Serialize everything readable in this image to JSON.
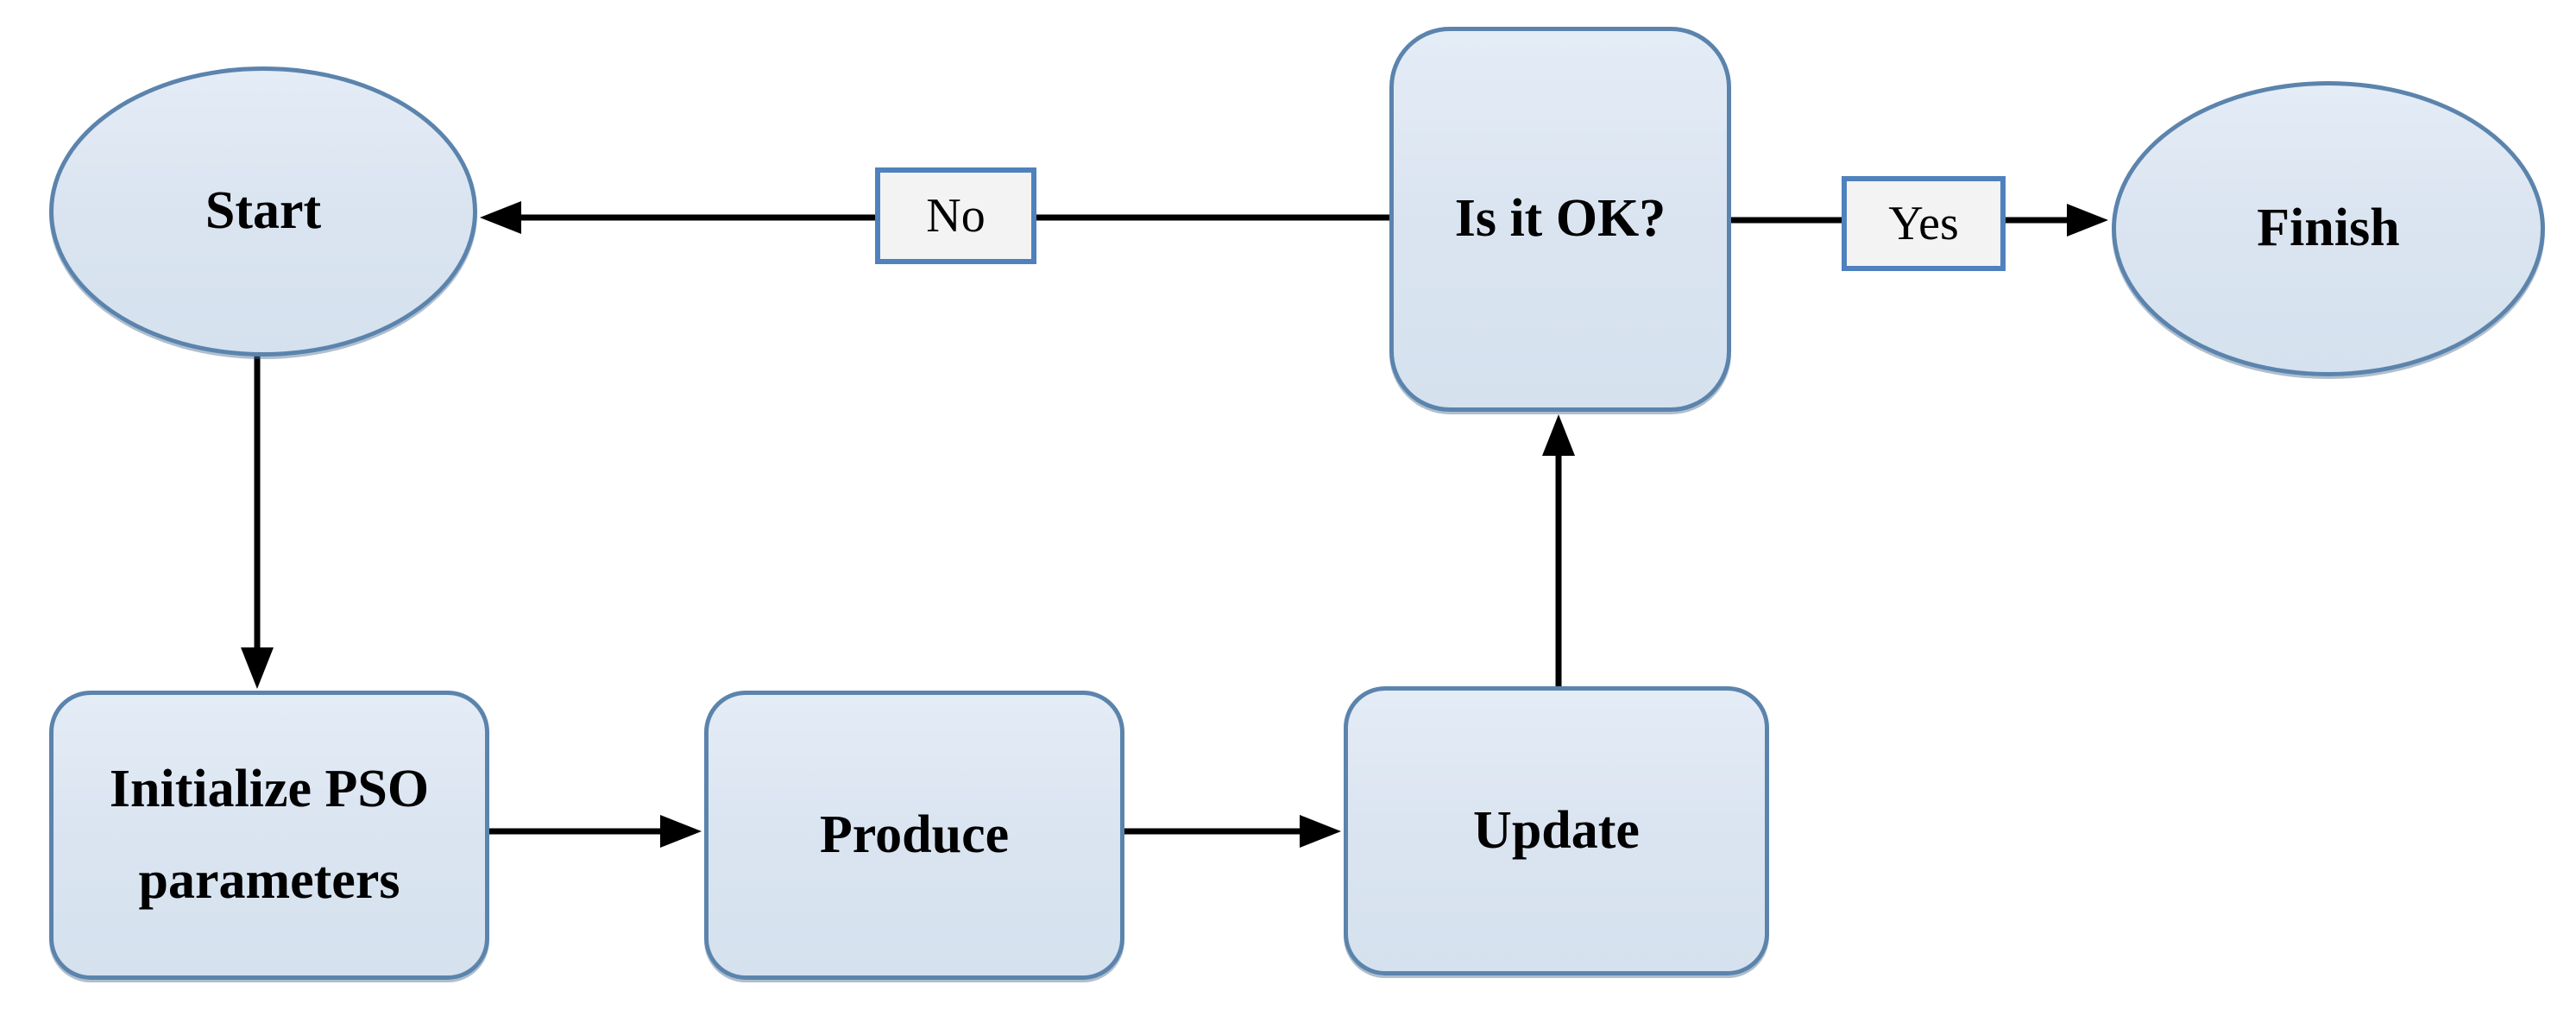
{
  "diagram": {
    "type": "flowchart",
    "nodes": {
      "start": {
        "label": "Start",
        "shape": "ellipse"
      },
      "is_it_ok": {
        "label": "Is it OK?",
        "shape": "rounded-rect"
      },
      "finish": {
        "label": "Finish",
        "shape": "ellipse"
      },
      "initialize": {
        "label": "Initialize PSO parameters",
        "shape": "rounded-rect"
      },
      "produce": {
        "label": "Produce",
        "shape": "rounded-rect"
      },
      "update": {
        "label": "Update",
        "shape": "rounded-rect"
      }
    },
    "edge_labels": {
      "no": "No",
      "yes": "Yes"
    },
    "edges": [
      {
        "from": "start",
        "to": "initialize",
        "label": ""
      },
      {
        "from": "initialize",
        "to": "produce",
        "label": ""
      },
      {
        "from": "produce",
        "to": "update",
        "label": ""
      },
      {
        "from": "update",
        "to": "is_it_ok",
        "label": ""
      },
      {
        "from": "is_it_ok",
        "to": "start",
        "label": "No"
      },
      {
        "from": "is_it_ok",
        "to": "finish",
        "label": "Yes"
      }
    ],
    "colors": {
      "node_fill": "#dbe5f1",
      "node_border": "#5b84ad",
      "label_fill": "#f3f3f3",
      "label_border": "#4f81bd",
      "arrow": "#000000",
      "text": "#000000",
      "background": "#ffffff"
    }
  }
}
